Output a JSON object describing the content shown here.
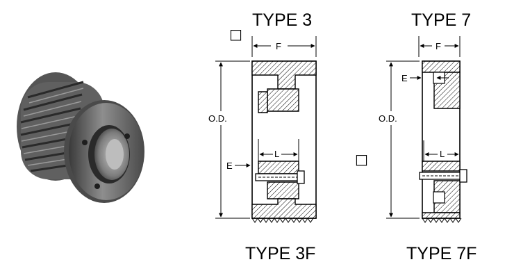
{
  "labels": {
    "type3": "TYPE 3",
    "type7": "TYPE 7",
    "type3f": "TYPE 3F",
    "type7f": "TYPE 7F",
    "od": "O.D.",
    "f": "F",
    "e": "E",
    "l": "L"
  },
  "marks": {
    "missing_glyph": "□"
  },
  "colors": {
    "pulley_body": "#6b6b6b",
    "pulley_dark": "#2e2e2e",
    "pulley_light": "#a8a8a8",
    "line": "#000000"
  }
}
